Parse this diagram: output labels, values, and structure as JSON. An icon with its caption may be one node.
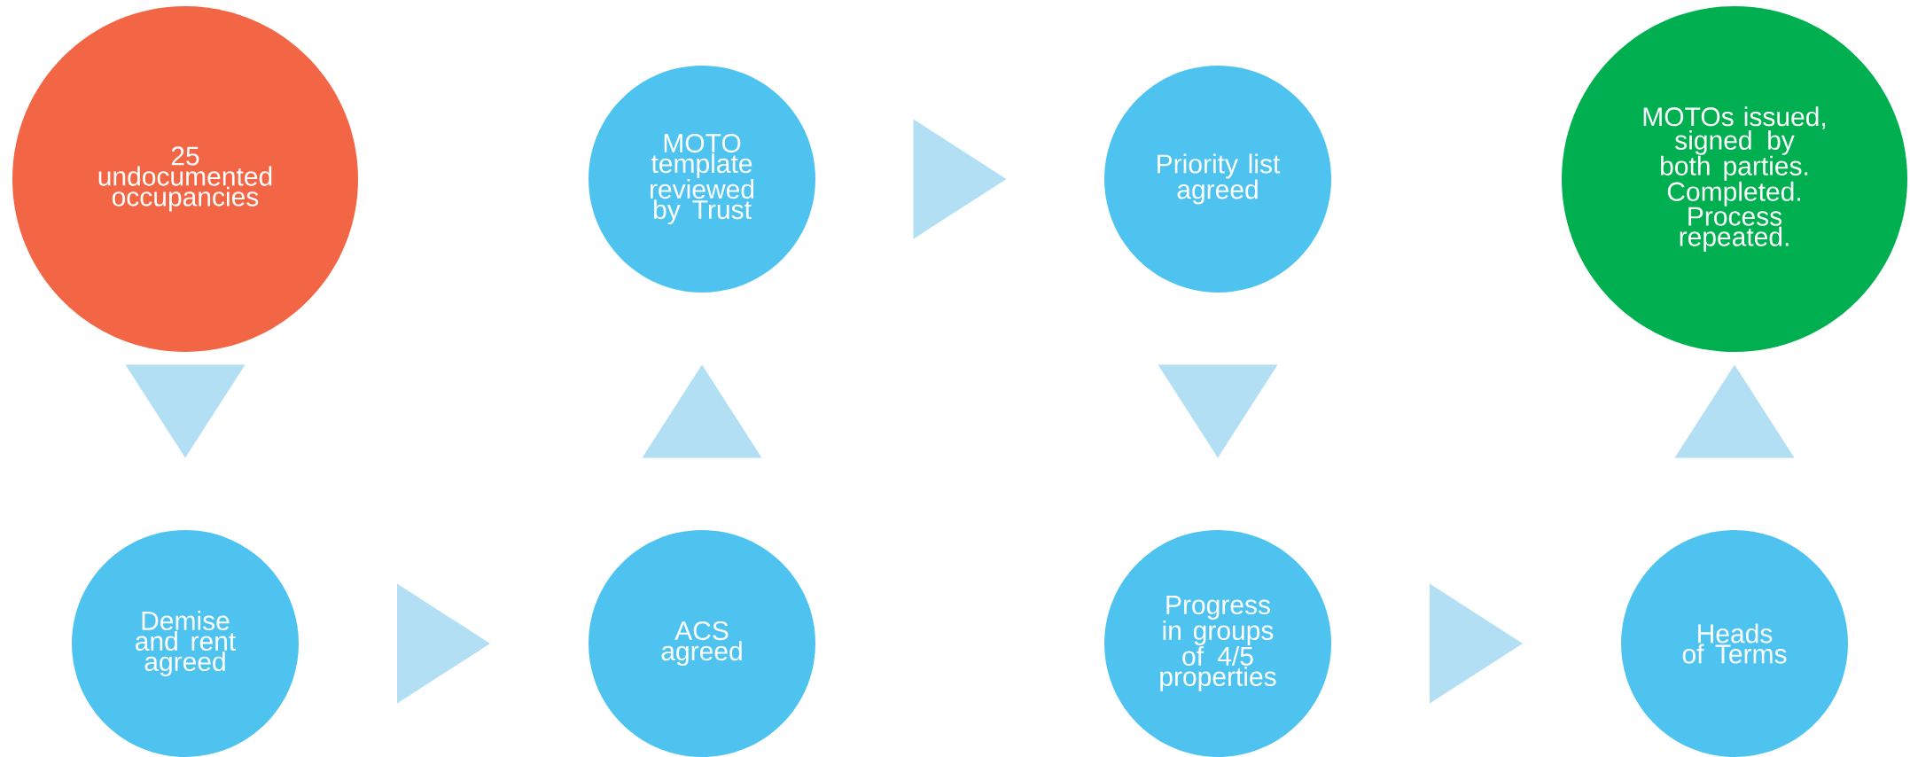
{
  "diagram": {
    "nodes": [
      {
        "text": [
          "25 undocumented occupancies"
        ]
      },
      {
        "text": [
          "MOTO template reviewed by Trust"
        ]
      },
      {
        "text": [
          "Priority list agreed"
        ]
      },
      {
        "text": [
          "MOTOs issued, signed by both parties. Completed. Process repeated."
        ]
      },
      {
        "text": [
          "Demise and rent agreed"
        ]
      },
      {
        "text": [
          "ACS agreed"
        ]
      },
      {
        "text": [
          "Progress in groups of 4/5 properties"
        ]
      },
      {
        "text": [
          "Heads of Terms"
        ]
      }
    ],
    "edges": [
      {
        "from": 0,
        "to": 4,
        "arrow": "to"
      },
      {
        "from": 4,
        "to": 5,
        "arrow": "to"
      },
      {
        "from": 5,
        "to": 1,
        "arrow": "to"
      },
      {
        "from": 1,
        "to": 2,
        "arrow": "to"
      },
      {
        "from": 2,
        "to": 6,
        "arrow": "to"
      },
      {
        "from": 6,
        "to": 7,
        "arrow": "to"
      },
      {
        "from": 7,
        "to": 3,
        "arrow": "to"
      }
    ]
  }
}
